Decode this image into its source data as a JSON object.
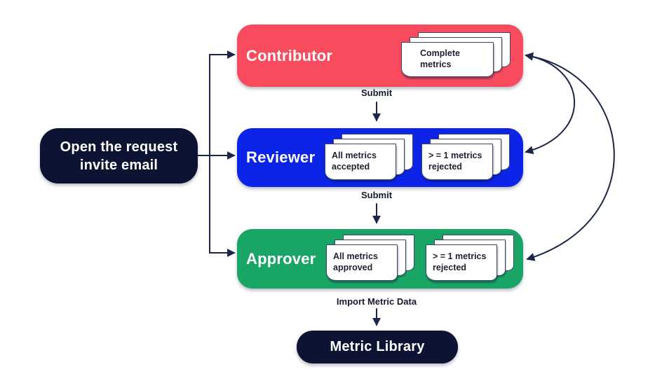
{
  "nodes": {
    "open_email": {
      "label": "Open the request\ninvite email",
      "bg": "#0d1433"
    },
    "contributor": {
      "label": "Contributor",
      "bg": "#f84b5e",
      "cards": [
        "Complete\nmetrics"
      ]
    },
    "reviewer": {
      "label": "Reviewer",
      "bg": "#0b24e8",
      "cards": [
        "All metrics\naccepted",
        "> = 1 metrics\nrejected"
      ]
    },
    "approver": {
      "label": "Approver",
      "bg": "#18a566",
      "cards": [
        "All metrics\napproved",
        "> = 1 metrics\nrejected"
      ]
    },
    "metric_library": {
      "label": "Metric Library",
      "bg": "#0d1433"
    }
  },
  "edges": {
    "submit_1": {
      "label": "Submit",
      "from": "contributor",
      "to": "reviewer"
    },
    "submit_2": {
      "label": "Submit",
      "from": "reviewer",
      "to": "approver"
    },
    "import_metric_data": {
      "label": "Import Metric Data",
      "from": "approver",
      "to": "metric_library"
    },
    "invite_links": {
      "from": "open_email",
      "to": [
        "contributor",
        "reviewer",
        "approver"
      ]
    },
    "return_arc_inner": {
      "between": [
        "contributor",
        "reviewer"
      ]
    },
    "return_arc_outer": {
      "between": [
        "contributor",
        "approver"
      ]
    }
  },
  "colors": {
    "contributor_bg": "#f84b5e",
    "reviewer_bg": "#0b24e8",
    "approver_bg": "#18a566",
    "navy_bg": "#0d1433",
    "arrow": "#1b2547",
    "card_bg": "#ffffff",
    "card_border": "#3c4360"
  }
}
